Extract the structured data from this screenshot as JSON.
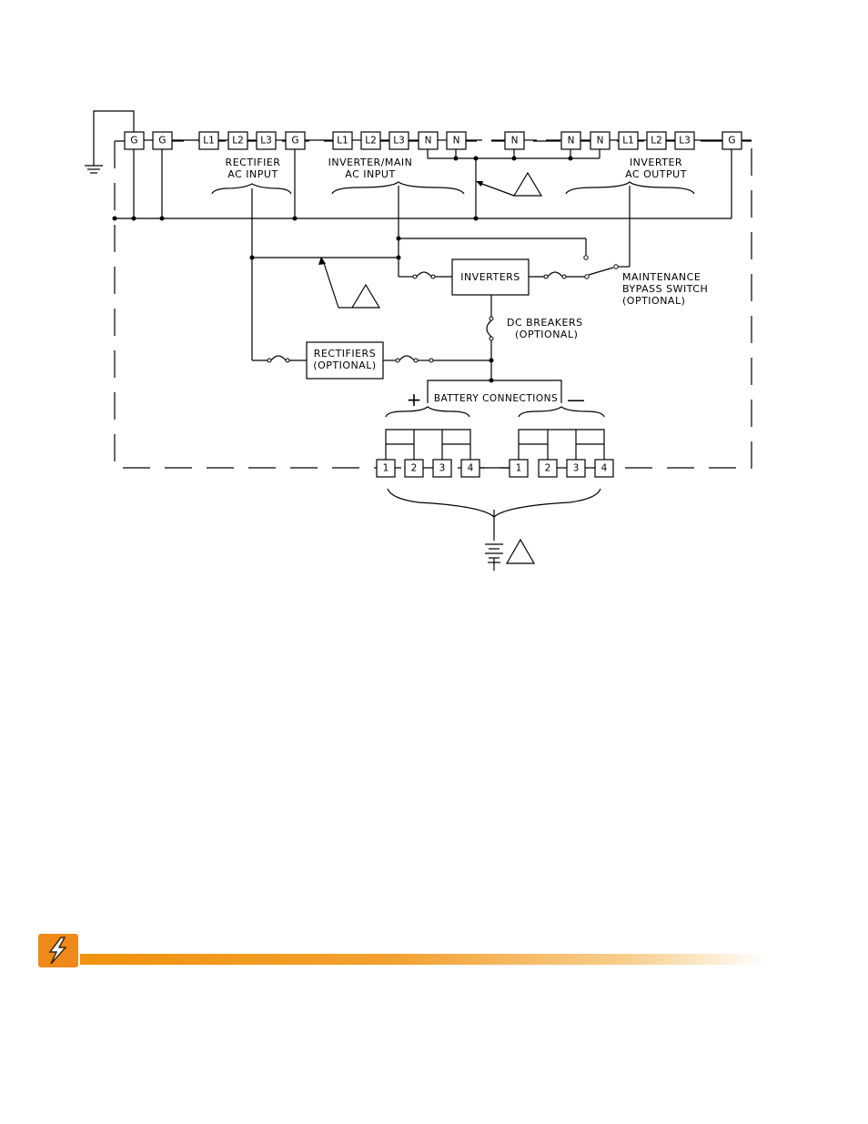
{
  "terminals": {
    "top": [
      "G",
      "G",
      "L1",
      "L2",
      "L3",
      "G",
      "L1",
      "L2",
      "L3",
      "N",
      "N",
      "N",
      "N",
      "N",
      "L1",
      "L2",
      "L3",
      "G"
    ],
    "battery_positive": [
      "1",
      "2",
      "3",
      "4"
    ],
    "battery_negative": [
      "1",
      "2",
      "3",
      "4"
    ]
  },
  "labels": {
    "rectifier_ac_input": [
      "RECTIFIER",
      "AC  INPUT"
    ],
    "inverter_main_ac_input": [
      "INVERTER/MAIN",
      "AC  INPUT"
    ],
    "inverter_ac_output": [
      "INVERTER",
      "AC  OUTPUT"
    ],
    "maintenance_bypass": [
      "MAINTENANCE",
      "BYPASS  SWITCH",
      "(OPTIONAL)"
    ],
    "dc_breakers": [
      "DC  BREAKERS",
      "(OPTIONAL)"
    ],
    "battery_connections": "BATTERY  CONNECTIONS",
    "positive": "+",
    "negative": "—"
  },
  "blocks": {
    "inverters": "INVERTERS",
    "rectifiers": [
      "RECTIFIERS",
      "(OPTIONAL)"
    ]
  },
  "colors": {
    "accent": "#ef8a1a",
    "line": "#000000"
  },
  "footer": {
    "logo_icon": "lightning-bolt-icon"
  }
}
